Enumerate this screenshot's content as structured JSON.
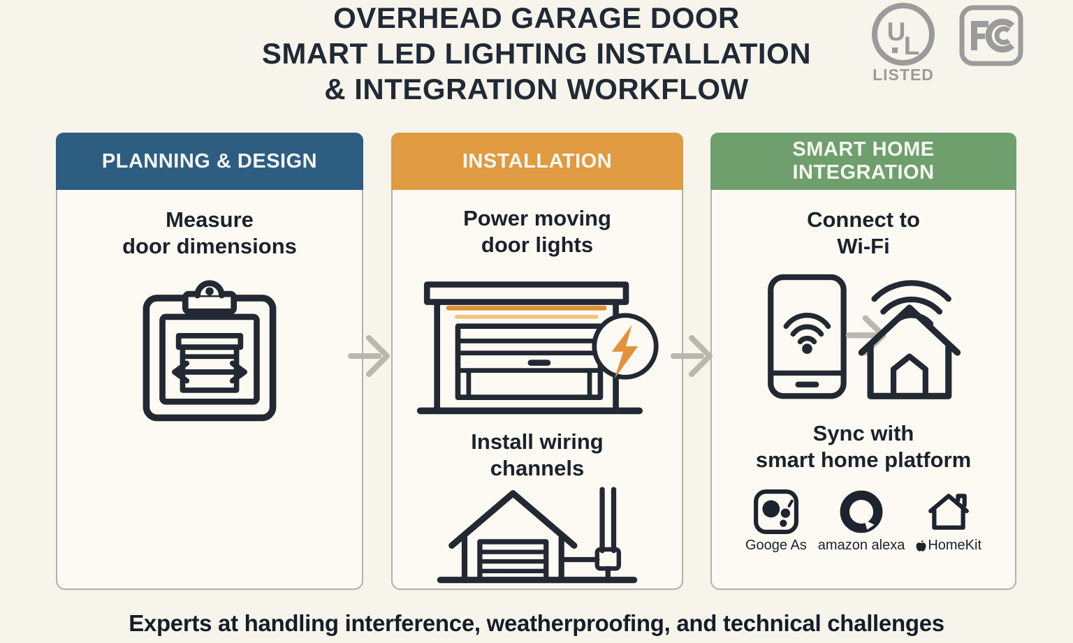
{
  "title": {
    "line1": "OVERHEAD GARAGE DOOR",
    "line2": "SMART LED LIGHTING INSTALLATION",
    "line3": "& INTEGRATION WORKFLOW"
  },
  "certifications": {
    "ul_letter_u": "U",
    "ul_letter_l": "L",
    "ul_label": "LISTED",
    "fcc_name": "FCC mark"
  },
  "columns": {
    "planning": {
      "header": "PLANNING & DESIGN",
      "step1_line1": "Measure",
      "step1_line2": "door dimensions",
      "icon": "clipboard-measure-icon"
    },
    "installation": {
      "header": "INSTALLATION",
      "step1_line1": "Power moving",
      "step1_line2": "door lights",
      "step1_icon": "garage-door-led-icon",
      "step2_line1": "Install wiring",
      "step2_line2": "channels",
      "step2_icon": "garage-house-wiring-icon"
    },
    "smart_home": {
      "header_line1": "SMART HOME",
      "header_line2": "INTEGRATION",
      "step1_line1": "Connect to",
      "step1_line2": "Wi-Fi",
      "step1_icon": "phone-wifi-to-house-icon",
      "step2_line1": "Sync with",
      "step2_line2": "smart home platform",
      "platform1_label": "Googe As",
      "platform2_label": "amazon alexa",
      "platform3_label": "HomeKit"
    }
  },
  "footer": "Experts at handling interference, weatherproofing, and technical challenges",
  "colors": {
    "planning_header": "#2e5d82",
    "installation_header": "#e09a41",
    "smart_home_header": "#6f9f6c",
    "led_strip_orange": "#db8f35",
    "lightning_bolt_orange": "#e0923c",
    "certification_gray": "#9b9b9b",
    "arrow_gray": "#bab7af",
    "page_background": "#f7f4ec",
    "card_background": "#fcfaf3"
  }
}
